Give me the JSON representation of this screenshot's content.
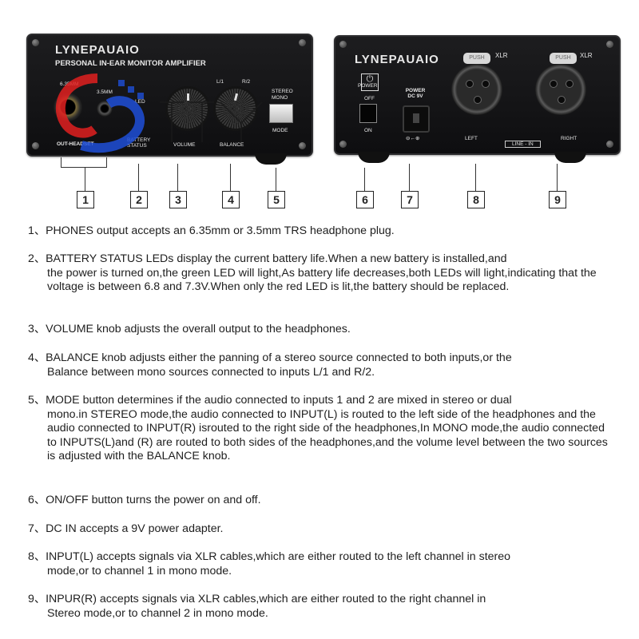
{
  "front_panel": {
    "brand": "LYNEPAUAIO",
    "subtitle": "PERSONAL IN-EAR MONITOR AMPLIFIER",
    "label_635": "6.35MM",
    "label_35": "3.5MM",
    "label_led": "LED",
    "label_battery": "BATTERY STATUS",
    "label_out": "OUT-HEADSET",
    "label_volume": "VOLUME",
    "label_balance": "BALANCE",
    "label_l1": "L/1",
    "label_r2": "R/2",
    "label_stereo": "STEREO",
    "label_mono": "MONO",
    "label_mode": "MODE"
  },
  "rear_panel": {
    "brand": "LYNEPAUAIO",
    "label_power": "POWER",
    "label_off": "OFF",
    "label_on": "ON",
    "label_power_dc": "POWER DC 9V",
    "label_xlr_left": "XLR",
    "label_xlr_right": "XLR",
    "label_push_left": "PUSH",
    "label_push_right": "PUSH",
    "label_left": "LEFT",
    "label_line_in": "LINE - IN",
    "label_right": "RIGHT"
  },
  "callouts": [
    "1",
    "2",
    "3",
    "4",
    "5",
    "6",
    "7",
    "8",
    "9"
  ],
  "descriptions": [
    {
      "first": "1、PHONES output accepts an 6.35mm or 3.5mm TRS headphone plug.",
      "rest": ""
    },
    {
      "first": "2、BATTERY STATUS LEDs display the current battery life.When a new battery is installed,and",
      "rest": "the power is turned on,the green LED will light,As battery life decreases,both LEDs will light,indicating that the voltage is between 6.8 and 7.3V.When only the red LED is lit,the battery should be replaced."
    },
    {
      "first": "3、VOLUME knob adjusts the overall output to the headphones.",
      "rest": ""
    },
    {
      "first": "4、BALANCE knob adjusts either the panning of a stereo source connected to both inputs,or the",
      "rest": "Balance between mono sources connected to inputs L/1 and R/2."
    },
    {
      "first": "5、MODE button determines if the audio connected to inputs 1 and 2 are mixed in stereo or dual",
      "rest": "mono.in STEREO mode,the audio connected to INPUT(L) is routed to the left side of the headphones and the audio connected to INPUT(R) isrouted to the right side of the headphones,In MONO mode,the audio connected to INPUTS(L)and (R) are routed to both sides of the headphones,and the volume level between the two sources is adjusted with the BALANCE knob."
    },
    {
      "first": "6、ON/OFF button turns the power on and off.",
      "rest": ""
    },
    {
      "first": "7、DC IN accepts a 9V power adapter.",
      "rest": ""
    },
    {
      "first": "8、INPUT(L) accepts signals via XLR cables,which are either routed to the left channel in stereo",
      "rest": "mode,or to channel 1 in mono mode."
    },
    {
      "first": "9、INPUR(R) accepts signals via XLR cables,which are either routed to the right channel in",
      "rest": "Stereo mode,or to channel 2 in mono mode."
    }
  ],
  "colors": {
    "panel": "#151517",
    "text": "#1e1e1e",
    "watermark_red": "#e02020",
    "watermark_blue": "#1e4fd8"
  }
}
